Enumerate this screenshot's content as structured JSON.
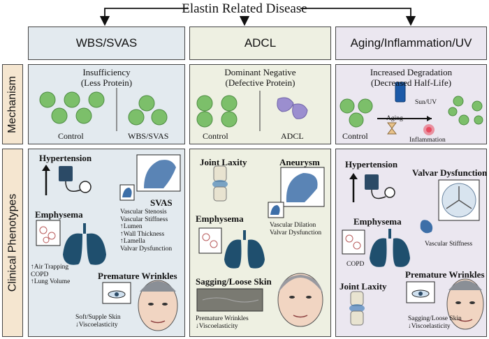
{
  "title": "Elastin Related Disease",
  "side": {
    "mechanism": "Mechanism",
    "clinical": "Clinical Phenotypes"
  },
  "columns": {
    "wbs": {
      "header": "WBS/SVAS",
      "mech_title_1": "Insufficiency",
      "mech_title_2": "(Less Protein)",
      "mech_left": "Control",
      "mech_right": "WBS/SVAS",
      "clin": {
        "hypertension": "Hypertension",
        "svas": "SVAS",
        "svas_list": [
          "Vascular Stenosis",
          "Vascular Stiffness",
          "↑Lumen",
          "↑Wall Thickness",
          "↑Lamella",
          "Valvar Dysfunction"
        ],
        "emphysema": "Emphysema",
        "lung_list": [
          "↑Air Trapping",
          "COPD",
          "↑Lung Volume"
        ],
        "wrinkles": "Premature Wrinkles",
        "skin_list": [
          "Soft/Supple Skin",
          "↓Viscoelasticity"
        ]
      }
    },
    "adcl": {
      "header": "ADCL",
      "mech_title_1": "Dominant Negative",
      "mech_title_2": "(Defective Protein)",
      "mech_left": "Control",
      "mech_right": "ADCL",
      "clin": {
        "joint": "Joint Laxity",
        "aneurysm": "Aneurysm",
        "vasc_list": [
          "Vascular Dilation",
          "Valvar Dysfunction"
        ],
        "emphysema": "Emphysema",
        "sagging": "Sagging/Loose Skin",
        "skin_list": [
          "Premature Wrinkles",
          "↓Viscoelasticity"
        ]
      }
    },
    "aging": {
      "header": "Aging/Inflammation/UV",
      "mech_title_1": "Increased Degradation",
      "mech_title_2": "(Decreased Half-Life)",
      "mech_left": "Control",
      "sun": "Sun/UV",
      "aging": "Aging",
      "inflammation": "Inflammation",
      "clin": {
        "hypertension": "Hypertension",
        "valvar": "Valvar Dysfunction",
        "emphysema": "Emphysema",
        "vasc": "Vascular Stiffness",
        "copd": "COPD",
        "joint": "Joint Laxity",
        "wrinkles": "Premature Wrinkles",
        "skin_list": [
          "Sagging/Loose Skin",
          "↓Viscoelasticity"
        ]
      }
    }
  },
  "colors": {
    "col1": "#e3eaef",
    "col2": "#eef0e2",
    "col3": "#ebe7f0",
    "side": "#f5e6d0",
    "elastin": "#7cbf6a",
    "defect": "#9b8ecf",
    "lung": "#1f4f6e"
  }
}
